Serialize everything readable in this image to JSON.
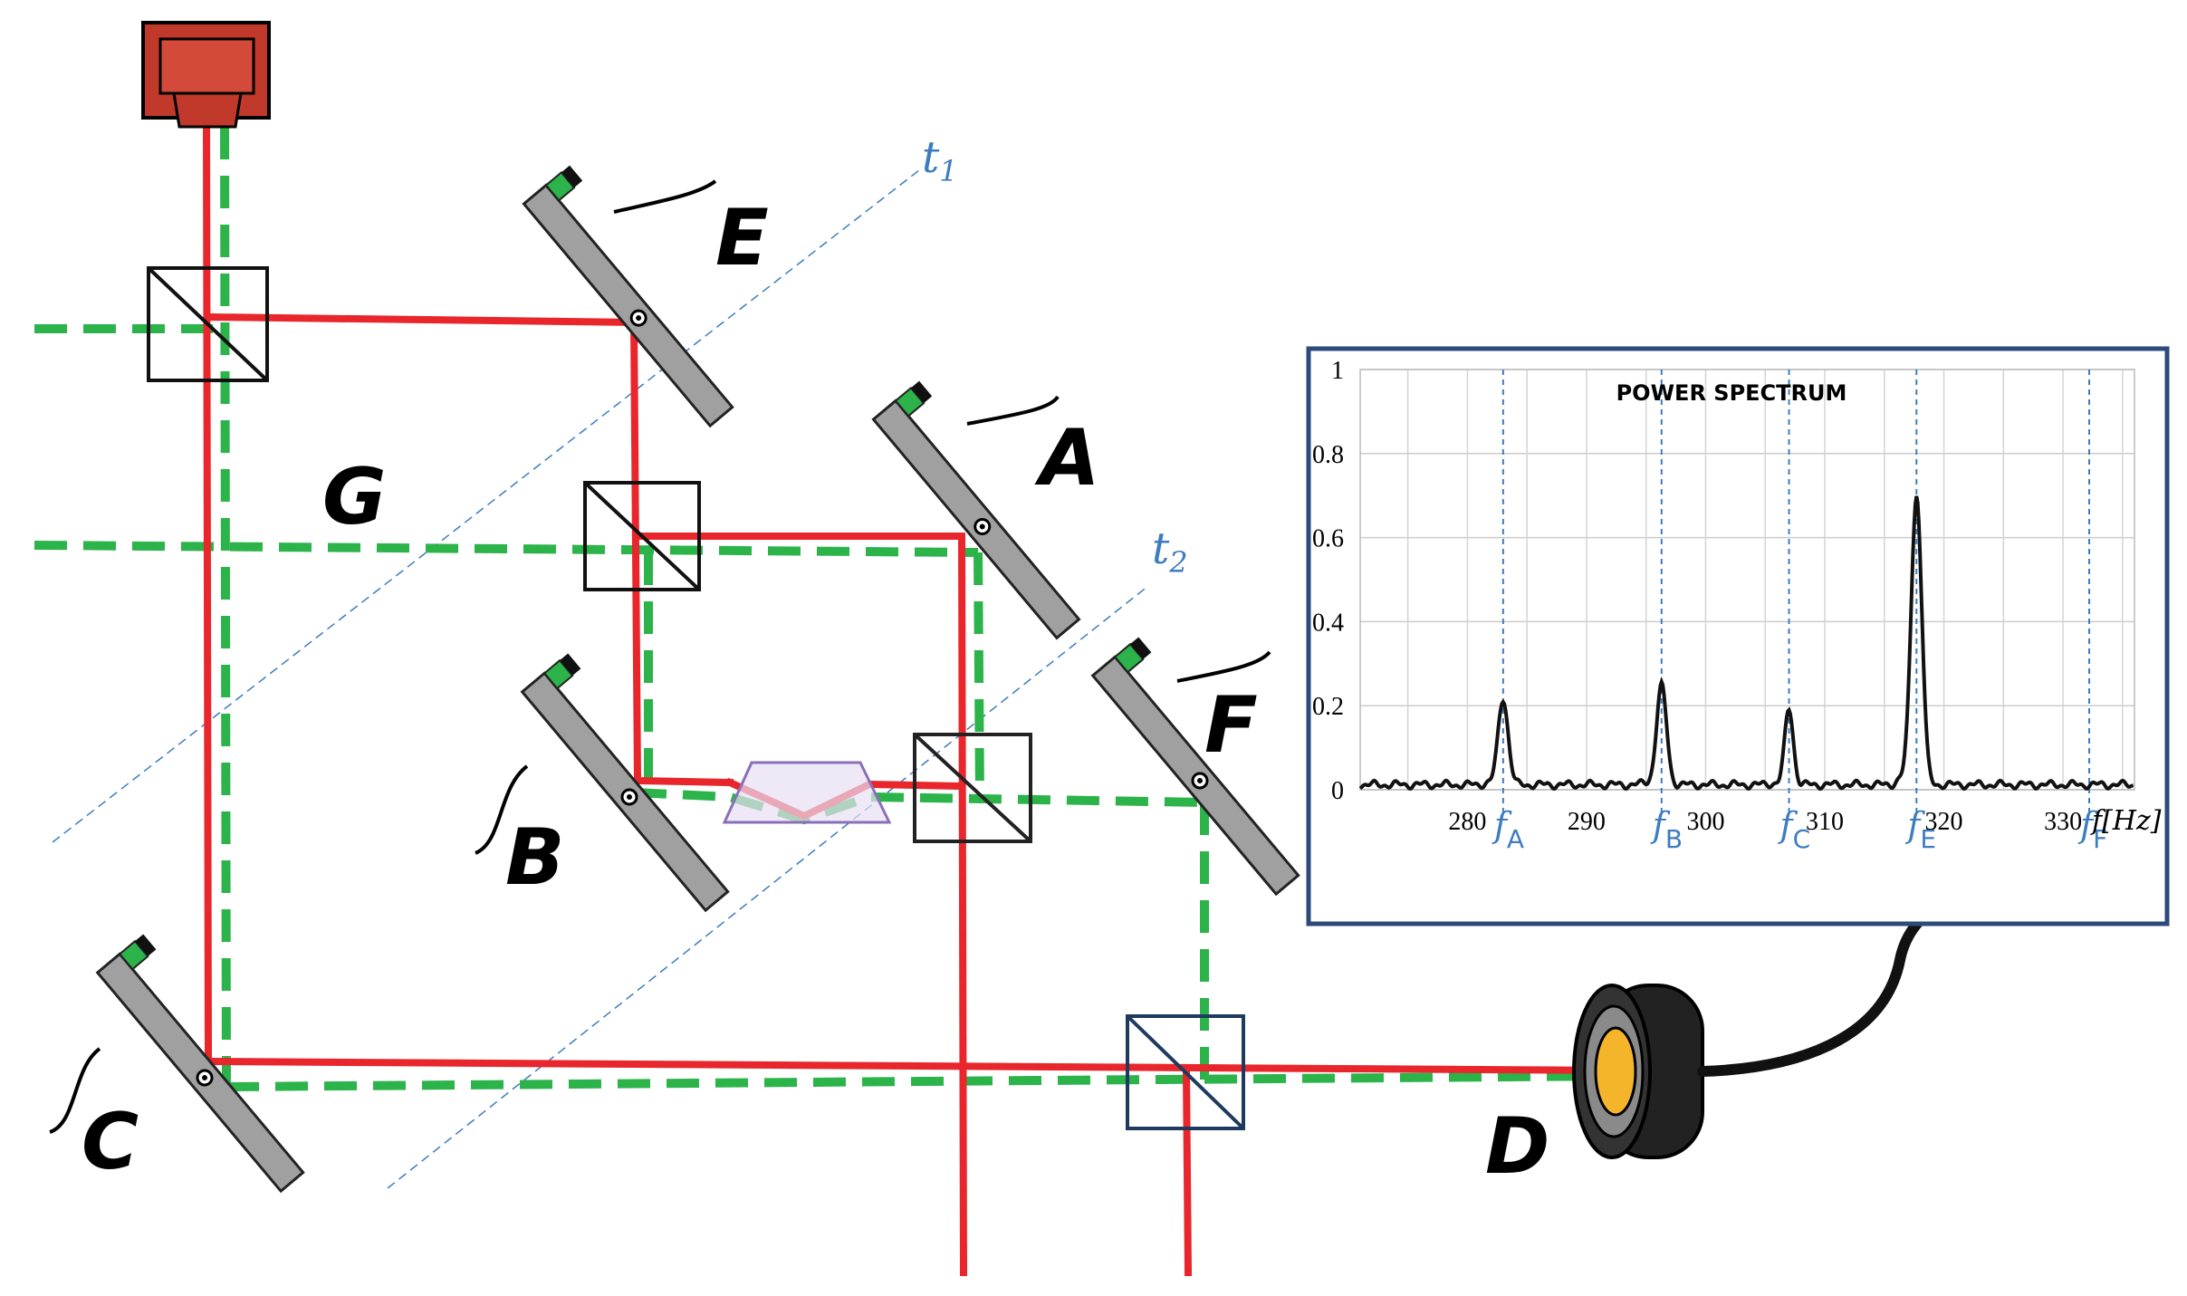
{
  "colors": {
    "beam_red": "#e8262b",
    "beam_green": "#2cb34a",
    "mirror_gray": "#a0a0a0",
    "laser_red": "#c0392b",
    "axis_blue": "#3d7dbf",
    "frame_blue": "#2c4a7a",
    "detector_yellow": "#f5b52a",
    "prism_purple": "#b9a8d8"
  },
  "labels": {
    "E": "E",
    "A": "A",
    "G": "G",
    "B": "B",
    "F": "F",
    "C": "C",
    "D": "D"
  },
  "time_markers": {
    "t1": "t",
    "t1_sub": "1",
    "t2": "t",
    "t2_sub": "2"
  },
  "chart_data": {
    "type": "line",
    "title": "POWER SPECTRUM",
    "x_range": [
      271,
      336
    ],
    "y_range": [
      0,
      1
    ],
    "y_ticks": [
      "0",
      "0.2",
      "0.4",
      "0.6",
      "0.8",
      "1"
    ],
    "y_tick_values": [
      0,
      0.2,
      0.4,
      0.6,
      0.8,
      1
    ],
    "x_ticks": [
      "280",
      "290",
      "300",
      "310",
      "320",
      "330"
    ],
    "x_tick_values": [
      280,
      290,
      300,
      310,
      320,
      330
    ],
    "xlabel": "f[Hz]",
    "grid": true,
    "peaks": [
      {
        "name": "f_A",
        "sym": "f",
        "sub": "A",
        "x": 283.0,
        "y": 0.205
      },
      {
        "name": "f_B",
        "sym": "f",
        "sub": "B",
        "x": 296.3,
        "y": 0.235
      },
      {
        "name": "f_C",
        "sym": "f",
        "sub": "C",
        "x": 307.0,
        "y": 0.18
      },
      {
        "name": "f_E",
        "sym": "f",
        "sub": "E",
        "x": 317.7,
        "y": 0.69
      },
      {
        "name": "f_F",
        "sym": "f",
        "sub": "F",
        "x": 332.2,
        "y": 0.0
      }
    ]
  }
}
